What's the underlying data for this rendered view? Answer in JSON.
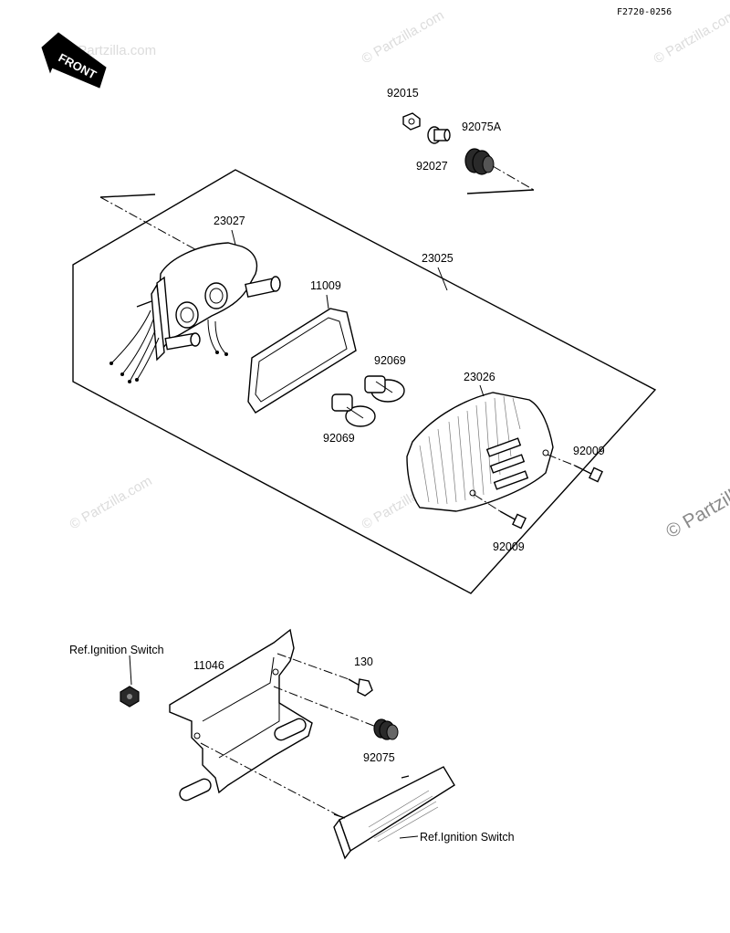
{
  "diagram": {
    "figure_code": "F2720-0256",
    "front_label": "FRONT",
    "watermark": "© Partzilla.com",
    "watermark_edge": "© Partzilla",
    "parts": {
      "p92015": "92015",
      "p92075A": "92075A",
      "p92027": "92027",
      "p23027": "23027",
      "p23025": "23025",
      "p11009": "11009",
      "p92069_top": "92069",
      "p92069_bottom": "92069",
      "p23026": "23026",
      "p92009_right": "92009",
      "p92009_bottom": "92009",
      "ref_ignition_top": "Ref.Ignition Switch",
      "p11046": "11046",
      "p130": "130",
      "p92075": "92075",
      "ref_ignition_bottom": "Ref.Ignition Switch"
    }
  }
}
